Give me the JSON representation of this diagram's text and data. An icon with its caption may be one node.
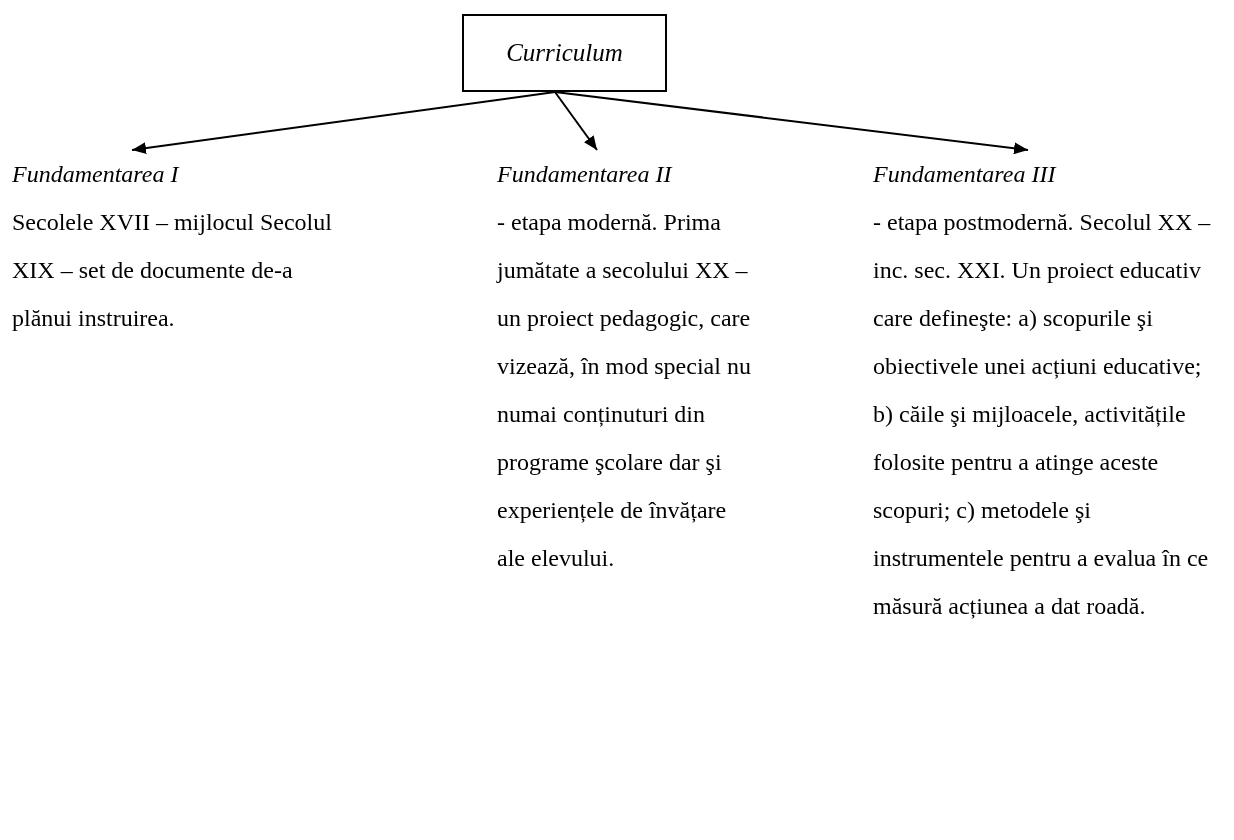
{
  "diagram": {
    "nodes": [
      {
        "text": [
          "Curriculum"
        ]
      },
      {
        "text": [
          "Fundamentarea I",
          "Secolele XVII – mijlocul Secolul XIX – set de documente de-a plănui instruirea."
        ]
      },
      {
        "text": [
          "Fundamentarea II",
          "- etapa modernă. Prima jumătate a secolului XX – un proiect pedagogic, care vizează, în mod special nu numai conținuturi din programe şcolare dar şi experiențele de învățare ale elevului."
        ]
      },
      {
        "text": [
          "Fundamentarea III",
          "- etapa postmodernă. Secolul XX – inc. sec. XXI. Un proiect educativ care defineşte: a) scopurile şi  obiectivele unei acțiuni educative; b) căile şi mijloacele, activitățile folosite pentru a atinge aceste scopuri; c)  metodele şi instrumentele pentru a evalua în ce măsură acțiunea a dat roadă."
        ]
      }
    ],
    "edges": [
      {
        "from": 0,
        "to": 1,
        "arrow": "to"
      },
      {
        "from": 0,
        "to": 2,
        "arrow": "to"
      },
      {
        "from": 0,
        "to": 3,
        "arrow": "to"
      }
    ]
  }
}
